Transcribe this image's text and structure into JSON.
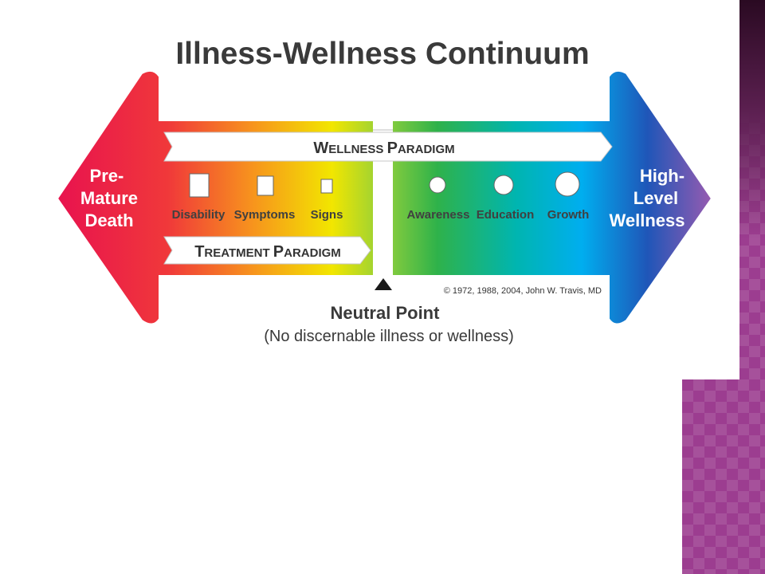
{
  "title": "Illness-Wellness Continuum",
  "left_end": {
    "lines": [
      "Pre-",
      "Mature",
      "Death"
    ]
  },
  "right_end": {
    "lines": [
      "High-",
      "Level",
      "Wellness"
    ]
  },
  "wellness_paradigm": {
    "big1": "W",
    "small1": "ELLNESS ",
    "big2": "P",
    "small2": "ARADIGM"
  },
  "treatment_paradigm": {
    "big1": "T",
    "small1": "REATMENT ",
    "big2": "P",
    "small2": "ARADIGM"
  },
  "left_stages": [
    {
      "label": "Disability",
      "marker": "square-large"
    },
    {
      "label": "Symptoms",
      "marker": "square-medium"
    },
    {
      "label": "Signs",
      "marker": "square-small"
    }
  ],
  "right_stages": [
    {
      "label": "Awareness",
      "marker": "circle-small"
    },
    {
      "label": "Education",
      "marker": "circle-medium"
    },
    {
      "label": "Growth",
      "marker": "circle-large"
    }
  ],
  "copyright": "© 1972, 1988, 2004, John W. Travis, MD",
  "neutral_point": {
    "label": "Neutral Point",
    "sublabel": "(No discernable illness or wellness)",
    "marker_icon": "triangle-up-icon"
  },
  "colors": {
    "red": "#e8124f",
    "orange": "#f7941d",
    "yellow": "#f2e600",
    "green": "#2fb24a",
    "cyan": "#00aeef",
    "blue": "#1f56b8",
    "purple": "#9a5bb0",
    "slide_accent": "#9c3d90"
  }
}
